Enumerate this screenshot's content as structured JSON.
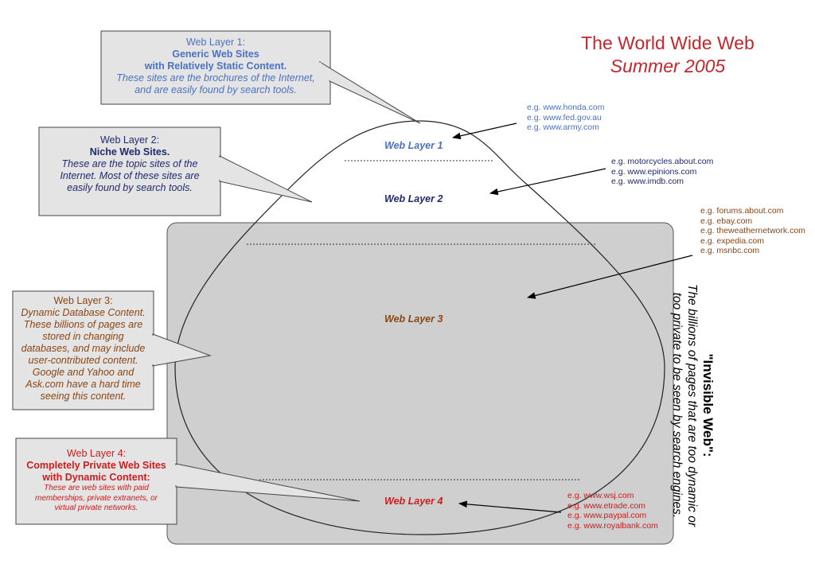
{
  "title": {
    "line1": "The World Wide Web",
    "line2": "Summer 2005"
  },
  "layers": [
    {
      "label": "Web Layer 1",
      "callout": [
        "Web Layer 1:",
        "Generic Web Sites",
        "with Relatively Static Content.",
        "These sites are the brochures of the Internet,",
        "and are easily found by search tools."
      ],
      "examples": [
        "e.g. www.honda.com",
        "e.g. www.fed.gov.au",
        "e.g. www.army.com"
      ]
    },
    {
      "label": "Web Layer 2",
      "callout": [
        "Web Layer 2:",
        "Niche Web Sites.",
        "These are the topic sites of the",
        "Internet. Most of these sites are",
        "easily found by search tools."
      ],
      "examples": [
        "e.g. motorcycles.about.com",
        "e.g. www.epinions.com",
        "e.g. www.imdb.com"
      ]
    },
    {
      "label": "Web Layer 3",
      "callout": [
        "Web Layer 3:",
        "Dynamic Database Content.",
        "These billions of pages are",
        "stored in changing",
        "databases, and may include",
        "user-contributed content.",
        "Google and Yahoo and",
        "Ask.com have a hard time",
        "seeing this content."
      ],
      "examples": [
        "e.g. forums.about.com",
        "e.g. ebay.com",
        "e.g. theweathernetwork.com",
        "e.g. expedia.com",
        "e.g. msnbc.com"
      ]
    },
    {
      "label": "Web Layer 4",
      "callout": [
        "Web Layer 4:",
        "Completely Private Web Sites",
        "with Dynamic Content:",
        "These are web sites with paid",
        "memberships, private extranets, or",
        "virtual private networks."
      ],
      "examples": [
        "e.g. www.wsj.com",
        "e.g. www.etrade.com",
        "e.g. www.paypal.com",
        "e.g. www.royalbank.com"
      ]
    }
  ],
  "invisible_web": {
    "heading": "\"Invisible Web\":",
    "line1": "The billions of pages that are too dynamic or",
    "line2": "too private to be seen by search engines."
  },
  "colors": {
    "layer1": "#4a72c4",
    "layer2": "#1f2a6e",
    "layer3": "#8b4513",
    "layer4": "#d01c1c",
    "title": "#c1272d",
    "callout_bg": "#e4e4e4",
    "invisible_bg": "#cfcfcf"
  }
}
